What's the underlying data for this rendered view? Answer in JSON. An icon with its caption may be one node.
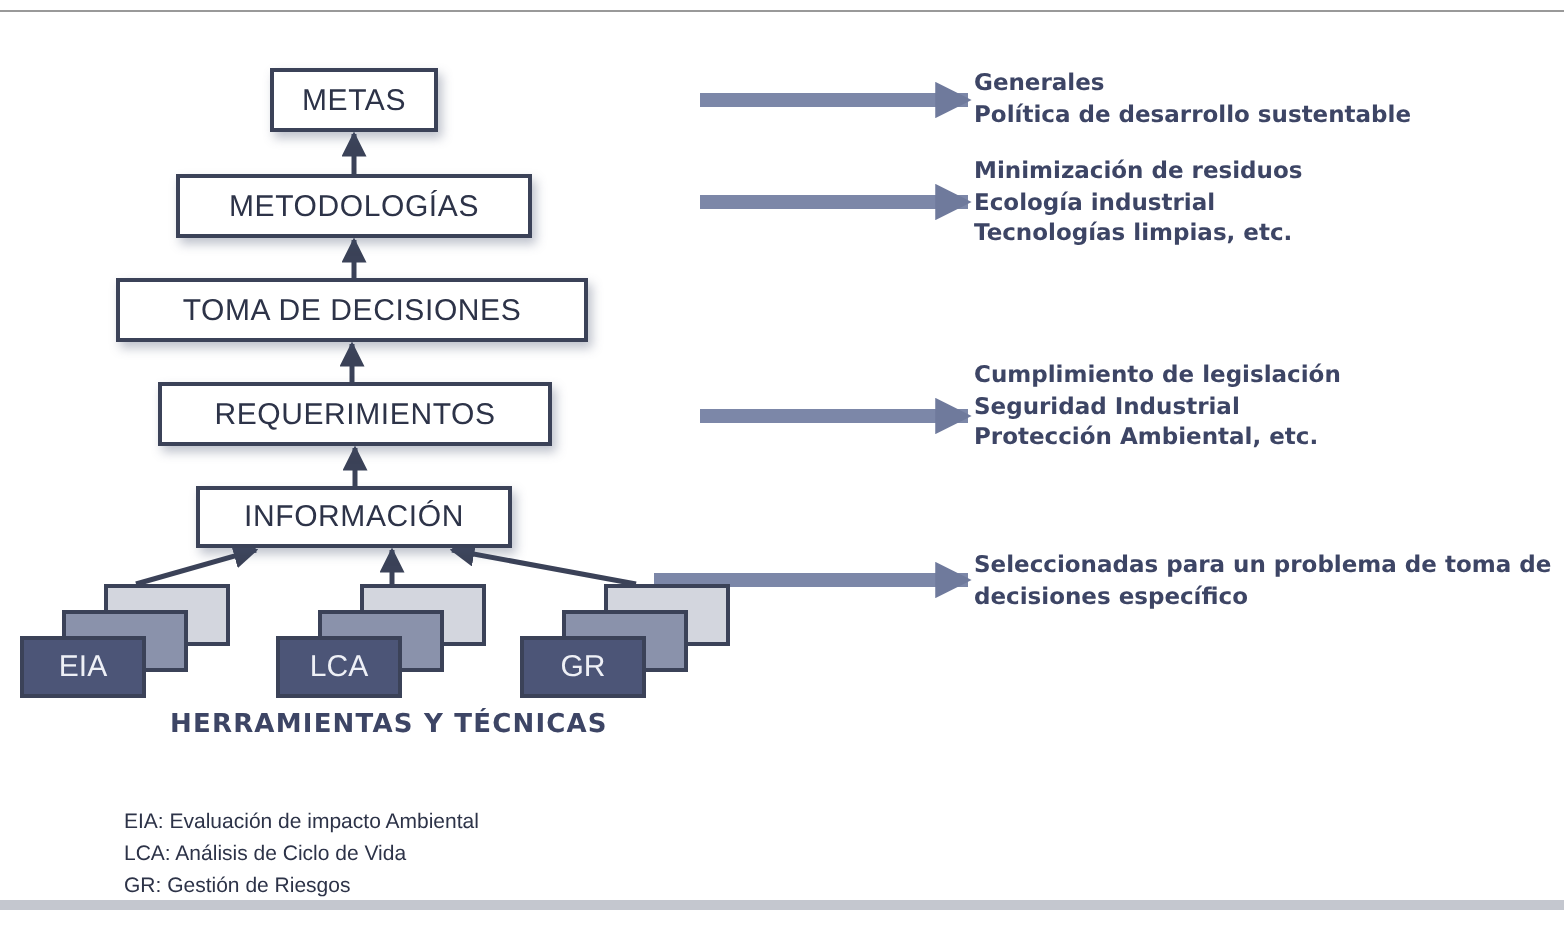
{
  "diagram": {
    "nodes": [
      {
        "text": [
          "METAS"
        ]
      },
      {
        "text": [
          "METODOLOGÍAS"
        ]
      },
      {
        "text": [
          "TOMA DE DECISIONES"
        ]
      },
      {
        "text": [
          "REQUERIMIENTOS"
        ]
      },
      {
        "text": [
          "INFORMACIÓN"
        ]
      },
      {
        "text": [
          "EIA"
        ]
      },
      {
        "text": [
          "LCA"
        ]
      },
      {
        "text": [
          "GR"
        ]
      },
      {
        "text": [
          "Generales",
          "Política de desarrollo sustentable"
        ]
      },
      {
        "text": [
          "Minimización de residuos",
          "Ecología industrial",
          "Tecnologías limpias, etc."
        ]
      },
      {
        "text": [
          "Cumplimiento de legislación",
          "Seguridad Industrial",
          "Protección Ambiental, etc."
        ]
      },
      {
        "text": [
          "Seleccionadas para un problema de toma de decisiones específico"
        ]
      }
    ],
    "edges": [
      {
        "from": 1,
        "to": 0,
        "arrow": "to"
      },
      {
        "from": 2,
        "to": 1,
        "arrow": "to"
      },
      {
        "from": 3,
        "to": 2,
        "arrow": "to"
      },
      {
        "from": 4,
        "to": 3,
        "arrow": "to"
      },
      {
        "from": 5,
        "to": 4,
        "arrow": "to"
      },
      {
        "from": 6,
        "to": 4,
        "arrow": "to"
      },
      {
        "from": 7,
        "to": 4,
        "arrow": "to"
      },
      {
        "from": null,
        "to": 8,
        "arrow": "to",
        "style": "thick",
        "color": "#7c87a8"
      },
      {
        "from": null,
        "to": 9,
        "arrow": "to",
        "style": "thick",
        "color": "#7c87a8"
      },
      {
        "from": null,
        "to": 10,
        "arrow": "to",
        "style": "thick",
        "color": "#7c87a8"
      },
      {
        "from": 7,
        "to": 11,
        "arrow": "to",
        "style": "thick",
        "color": "#7c87a8"
      }
    ],
    "labels": [
      "HERRAMIENTAS Y TÉCNICAS",
      "EIA: Evaluación de impacto Ambiental",
      "LCA: Análisis de Ciclo de Vida",
      "GR: Gestión de Riesgos"
    ]
  }
}
